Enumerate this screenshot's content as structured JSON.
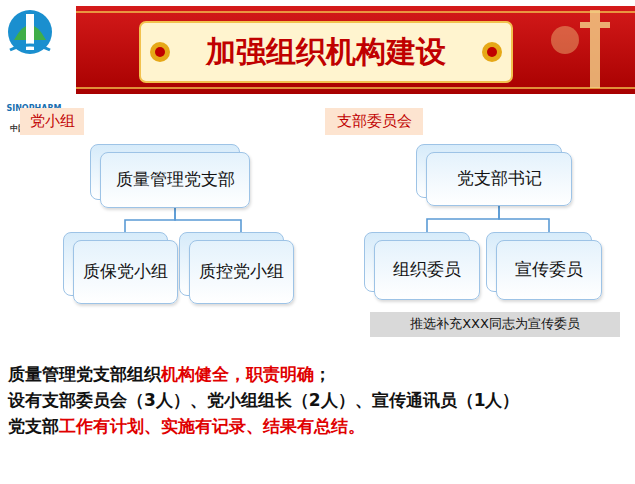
{
  "diagram": {
    "title": "加强组织机构建设",
    "nodes": [
      {
        "text": [
          "党小组"
        ]
      },
      {
        "text": [
          "支部委员会"
        ]
      },
      {
        "text": [
          "质量管理党支部"
        ]
      },
      {
        "text": [
          "质保党小组"
        ]
      },
      {
        "text": [
          "质控党小组"
        ]
      },
      {
        "text": [
          "党支部书记"
        ]
      },
      {
        "text": [
          "组织委员"
        ]
      },
      {
        "text": [
          "宣传委员"
        ]
      },
      {
        "text": [
          "推选补充XXX同志为宣传委员"
        ]
      }
    ],
    "edges": [
      {
        "from": 2,
        "to": 3,
        "arrow": "none"
      },
      {
        "from": 2,
        "to": 4,
        "arrow": "none"
      },
      {
        "from": 5,
        "to": 6,
        "arrow": "none"
      },
      {
        "from": 5,
        "to": 7,
        "arrow": "none"
      }
    ],
    "labels": [
      "SINOPHARM",
      "中国医药集团",
      "质量管理党支部组织",
      "机构健全，职责明确",
      "；",
      "设有支部委员会（3人）、党小组组长（2人）、宣传通讯员（1人）",
      "党支部",
      "工作有计划、实施有记录、结果有总结。"
    ]
  }
}
